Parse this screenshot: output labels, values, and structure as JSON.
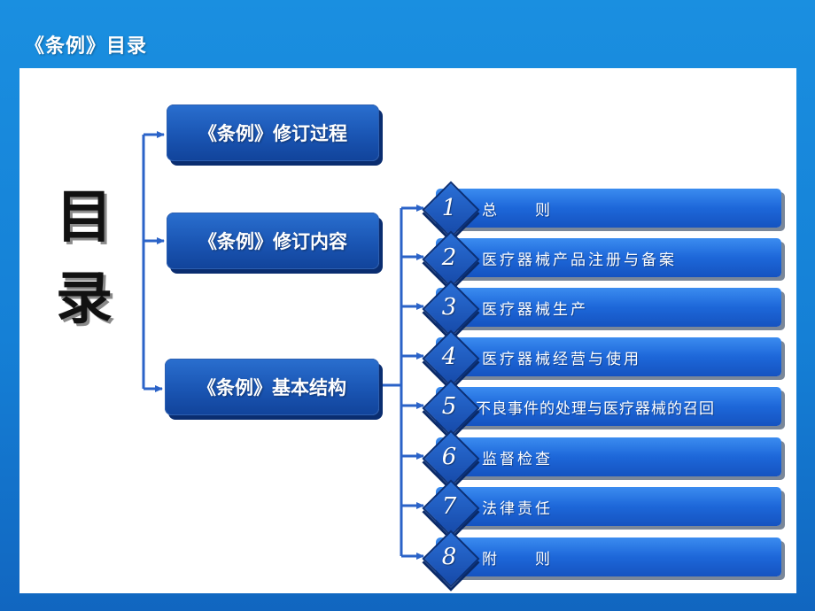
{
  "header": {
    "title": "《条例》目录"
  },
  "big_title": "目\n录",
  "main_items": [
    {
      "label": "《条例》修订过程"
    },
    {
      "label": "《条例》修订内容"
    },
    {
      "label": "《条例》基本结构"
    }
  ],
  "structure_items": [
    {
      "number": "1",
      "label": "总　　则"
    },
    {
      "number": "2",
      "label": "医疗器械产品注册与备案"
    },
    {
      "number": "3",
      "label": "医疗器械生产"
    },
    {
      "number": "4",
      "label": "医疗器械经营与使用"
    },
    {
      "number": "5",
      "label": "不良事件的处理与医疗器械的召回"
    },
    {
      "number": "6",
      "label": "监督检查"
    },
    {
      "number": "7",
      "label": "法律责任"
    },
    {
      "number": "8",
      "label": "附　　则"
    }
  ],
  "colors": {
    "background": "#1580d6",
    "box_blue": "#1a55b3",
    "bar_blue": "#1d67d9",
    "connector": "#2b63c8"
  }
}
